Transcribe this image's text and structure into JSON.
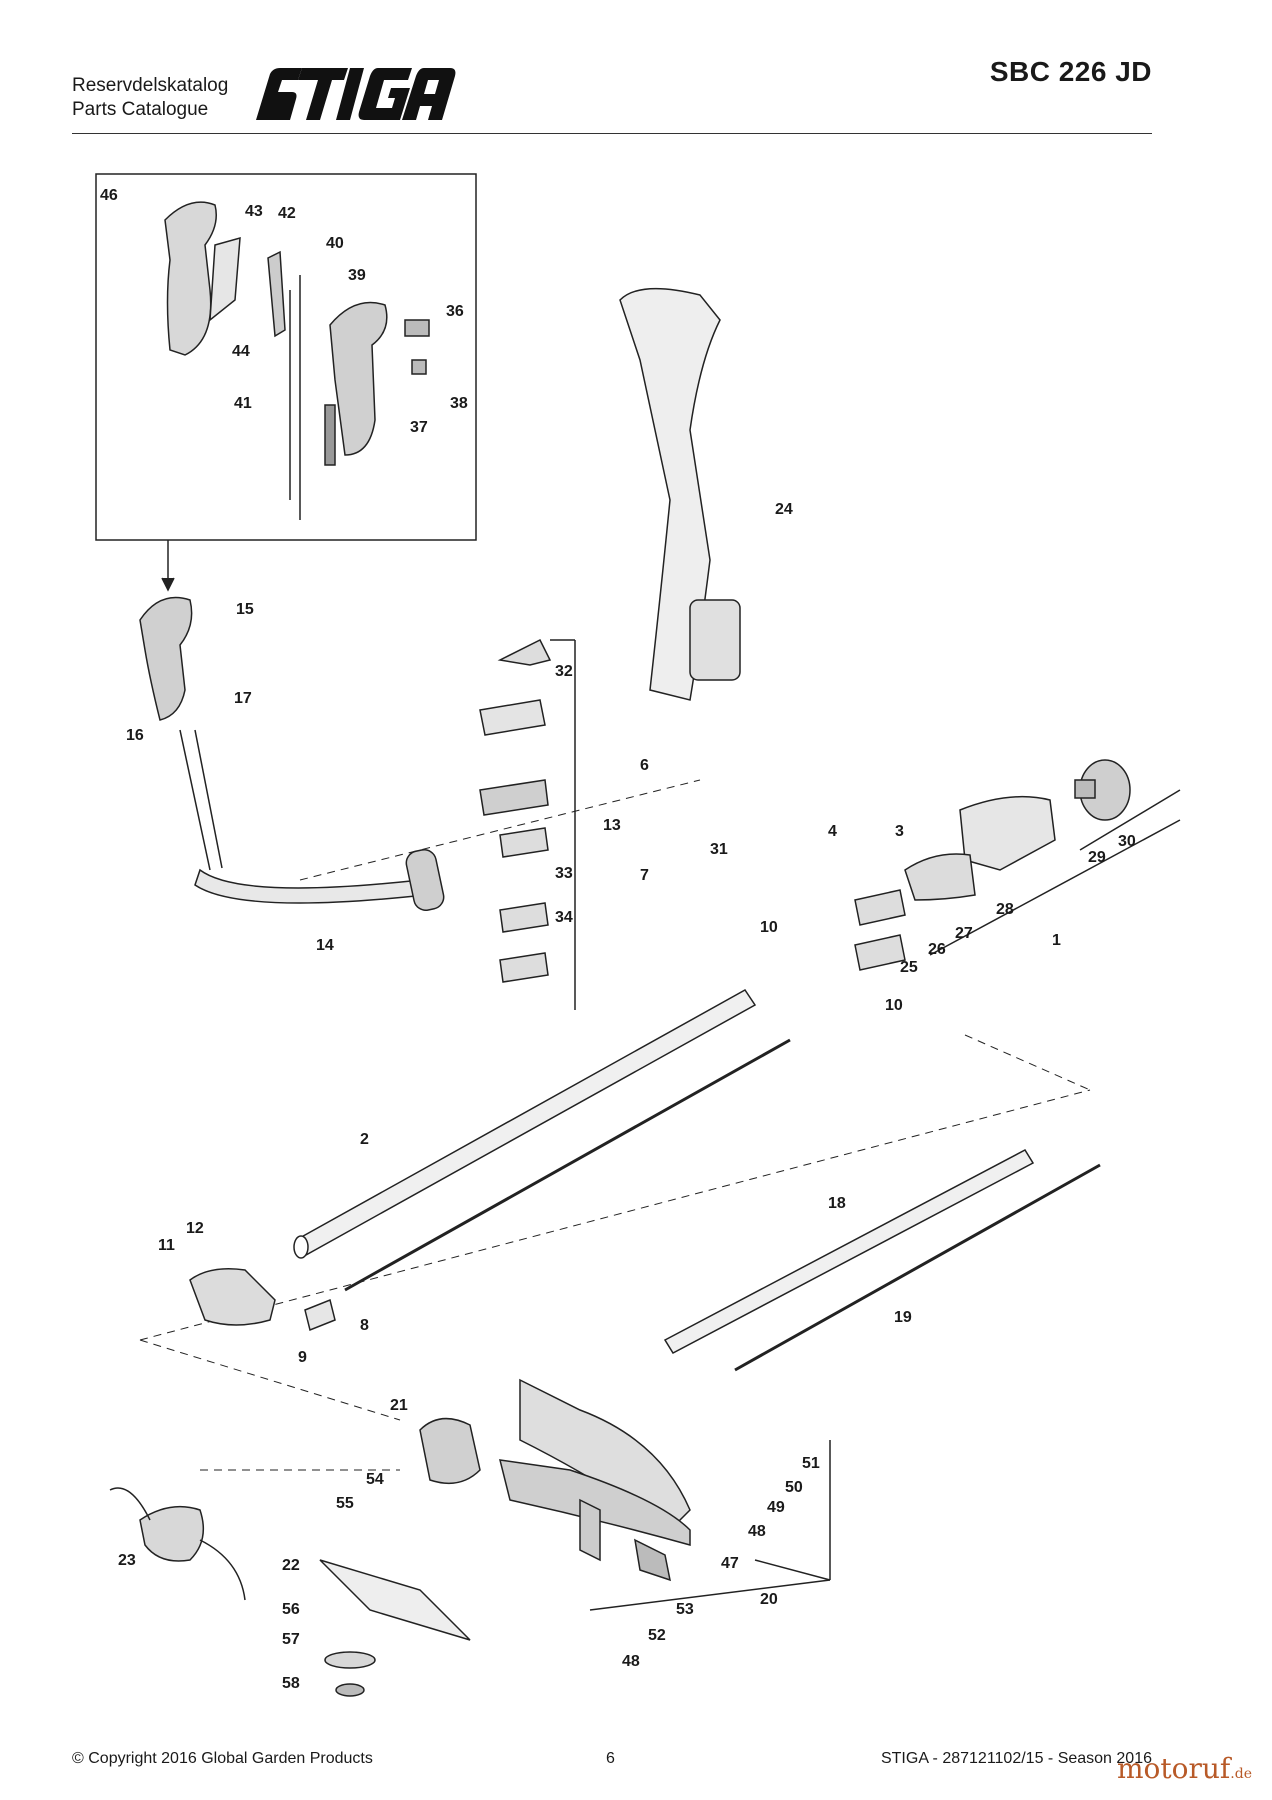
{
  "header": {
    "catalog_line1": "Reservdelskatalog",
    "catalog_line2": "Parts Catalogue",
    "brand": "STIGA",
    "model": "SBC 226 JD"
  },
  "diagram": {
    "labels": [
      "46",
      "43",
      "42",
      "40",
      "39",
      "36",
      "38",
      "37",
      "41",
      "44",
      "24",
      "15",
      "17",
      "16",
      "32",
      "6",
      "13",
      "31",
      "33",
      "7",
      "34",
      "14",
      "4",
      "3",
      "30",
      "29",
      "28",
      "27",
      "26",
      "25",
      "1",
      "10",
      "2",
      "12",
      "11",
      "9",
      "8",
      "18",
      "19",
      "21",
      "54",
      "55",
      "51",
      "50",
      "49",
      "48",
      "47",
      "20",
      "23",
      "22",
      "56",
      "57",
      "58",
      "52",
      "53"
    ]
  },
  "footer": {
    "copyright": "© Copyright 2016 Global Garden Products",
    "page": "6",
    "doc_ref": "STIGA - 287121102/15 - Season 2016",
    "watermark": "motoruf",
    "watermark_tld": ".de"
  }
}
